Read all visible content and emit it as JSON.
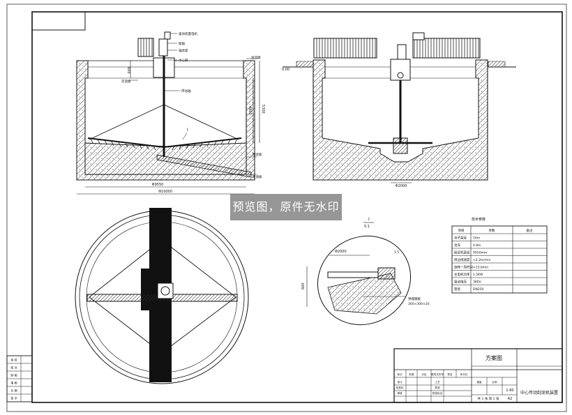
{
  "watermark": "预览图，原件无水印",
  "section_left": {
    "labels": {
      "motor_reducer": "驱动装置电机",
      "coupling": "联轴",
      "bearing_seat": "轴承座",
      "center_pipe": "中心筒",
      "drive_shaft": "传动轴",
      "detail_mark": "I",
      "overflow_weir": "溢流堰",
      "walkway": "走道板",
      "scraper": "刮泥板"
    },
    "dims": {
      "diameter_inner": "Φ9550",
      "diameter_outer": "Φ10000",
      "height": "5300",
      "depth": "4800",
      "top": "600"
    }
  },
  "section_right": {
    "dims": {
      "level": "0.00",
      "pit": "Φ2000"
    }
  },
  "detail": {
    "title": "I",
    "scale": "5:1",
    "dims": {
      "width": "Φ2000",
      "height": "600",
      "base": "300×300×20"
    },
    "labels": {
      "base_plate": "预埋钢板",
      "note": "1.5"
    }
  },
  "tech_params": {
    "title": "技术参数",
    "headers": [
      "项目",
      "参数",
      "备注"
    ],
    "rows": [
      [
        "池子直径",
        "10m",
        ""
      ],
      [
        "池深",
        "4.8m",
        ""
      ],
      [
        "刮泥机直径",
        "9550mm",
        ""
      ],
      [
        "周边线速度",
        "≈2.2m/min",
        ""
      ],
      [
        "旋转一周时间",
        "≈13.6min",
        ""
      ],
      [
        "主电机功率",
        "1.5KW",
        ""
      ],
      [
        "驱动电压",
        "380V",
        ""
      ],
      [
        "管径",
        "DN250",
        ""
      ]
    ]
  },
  "title_block": {
    "drawing_title": "方案图",
    "product_name": "中心传动刮泥机装置",
    "scale": "1:60",
    "sheet_size": "A2",
    "sheets": "共 1 张  第 1 张",
    "small_labels": [
      "标记",
      "处数",
      "分区",
      "更改文件号",
      "签名",
      "年月日",
      "设计",
      "标准化",
      "审核",
      "工艺",
      "批准",
      "阶段标记",
      "重量",
      "比例"
    ]
  },
  "revision_block": {
    "rows": [
      "审 核",
      "校 对",
      "制 图",
      "描 图",
      "日 期",
      "签 字"
    ]
  }
}
